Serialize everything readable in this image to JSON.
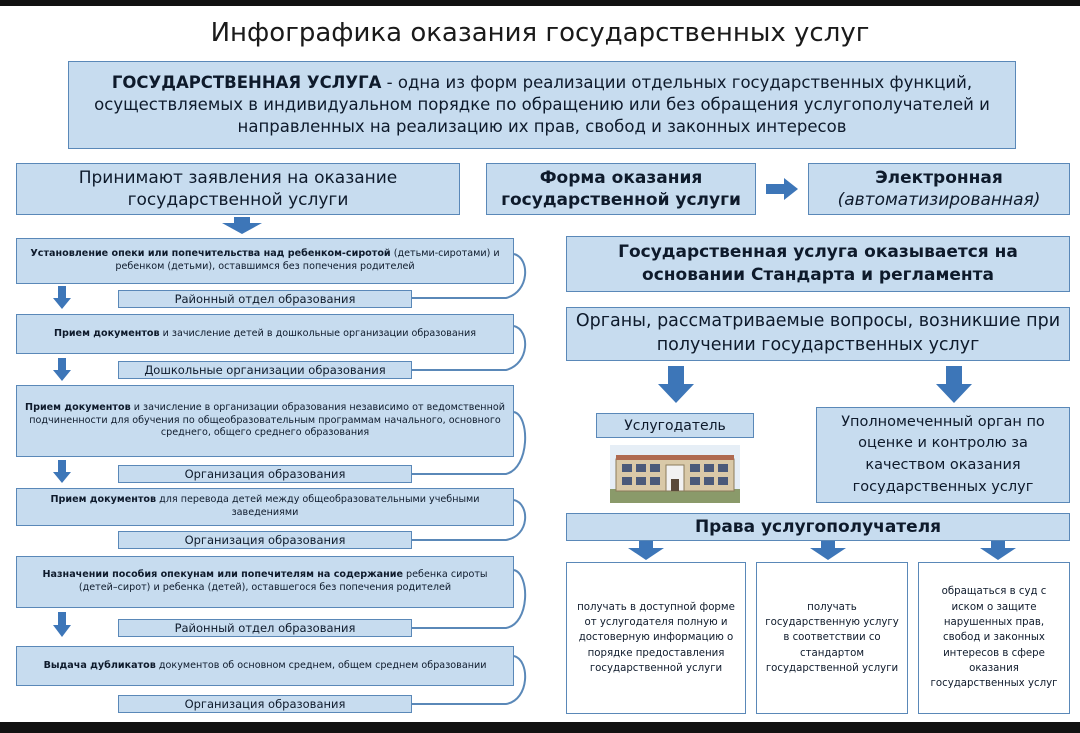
{
  "title": "Инфографика оказания государственных услуг",
  "definition": {
    "term": "ГОСУДАРСТВЕННАЯ УСЛУГА",
    "text": " - одна из форм реализации отдельных государственных функций, осуществляемых в индивидуальном порядке по обращению или без обращения услугополучателей и направленных на реализацию их прав, свобод и законных интересов"
  },
  "left_header": "Принимают заявления на оказание государственной услуги",
  "form_header": "Форма оказания государственной услуги",
  "electronic": {
    "title": "Электронная",
    "subtitle": "(автоматизированная)"
  },
  "services": [
    {
      "bold": "Установление опеки или попечительства над ребенком-сиротой",
      "text": " (детьми-сиротами) и ребенком (детьми), оставшимся без попечения родителей",
      "office": "Районный отдел образования"
    },
    {
      "bold": "Прием документов",
      "text": " и зачисление детей в дошкольные организации образования",
      "office": "Дошкольные организации образования"
    },
    {
      "bold": "Прием документов",
      "text": " и зачисление в организации образования независимо от ведомственной подчиненности для обучения по общеобразовательным программам начального, основного среднего, общего среднего образования",
      "office": "Организация образования"
    },
    {
      "bold": "Прием документов",
      "text": " для перевода детей между общеобразовательными учебными заведениями",
      "office": "Организация образования"
    },
    {
      "bold": "Назначении пособия опекунам или попечителям на содержание",
      "text": " ребенка сироты (детей–сирот) и ребенка (детей), оставшегося без попечения родителей",
      "office": "Районный отдел образования"
    },
    {
      "bold": "Выдача дубликатов",
      "text": " документов об основном среднем, общем среднем образовании",
      "office": "Организация образования"
    }
  ],
  "standard": "Государственная услуга оказывается на основании Стандарта и регламента",
  "organs": "Органы, рассматриваемые вопросы, возникшие при получении государственных услуг",
  "provider": "Услугодатель",
  "authorized": "Уполномеченный орган по оценке и контролю за качеством оказания государственных услуг",
  "rights_header": "Права услугополучателя",
  "rights": [
    "получать в доступной форме от услугодателя полную и достоверную информацию о порядке предоставления государственной услуги",
    "получать государственную услугу в соответствии со стандартом государственной услуги",
    "обращаться в суд с иском о защите нарушенных прав, свобод и законных интересов в сфере оказания государственных услуг"
  ],
  "colors": {
    "box_fill": "#c7dcef",
    "box_border": "#5a88b8",
    "arrow": "#3d76b8",
    "right_box_fill": "#ffffff"
  },
  "icons": [
    "arrow-right-icon",
    "arrow-down-icon",
    "school-building-icon"
  ]
}
